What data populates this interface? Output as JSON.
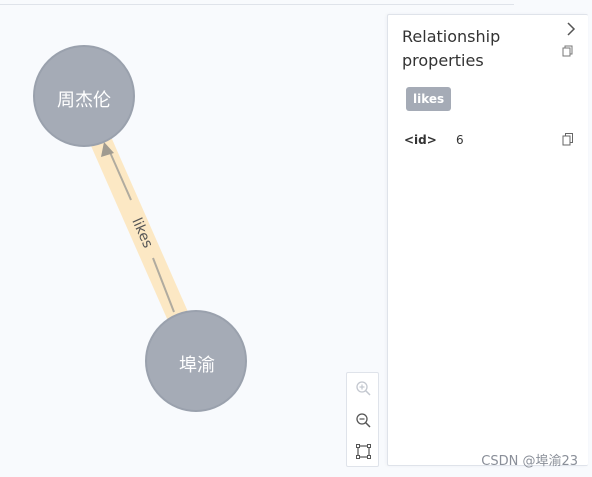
{
  "graph": {
    "nodes": [
      {
        "label": "周杰伦",
        "color": "#a5abb6",
        "border": "#9aa1ad"
      },
      {
        "label": "埠渝",
        "color": "#a5abb6",
        "border": "#9aa1ad"
      }
    ],
    "relationship": {
      "label": "likes",
      "highlight_color": "#fce8c4",
      "line_color": "#b0ab9f"
    }
  },
  "panel": {
    "title": "Relationship properties",
    "collapse_icon": "chevron-right-icon",
    "type_badge": "likes",
    "properties": [
      {
        "key": "<id>",
        "value": "6"
      }
    ]
  },
  "zoom_controls": {
    "zoom_in_icon": "zoom-in-icon",
    "zoom_out_icon": "zoom-out-icon",
    "fit_icon": "fit-to-screen-icon"
  },
  "watermark": "CSDN @埠渝23"
}
